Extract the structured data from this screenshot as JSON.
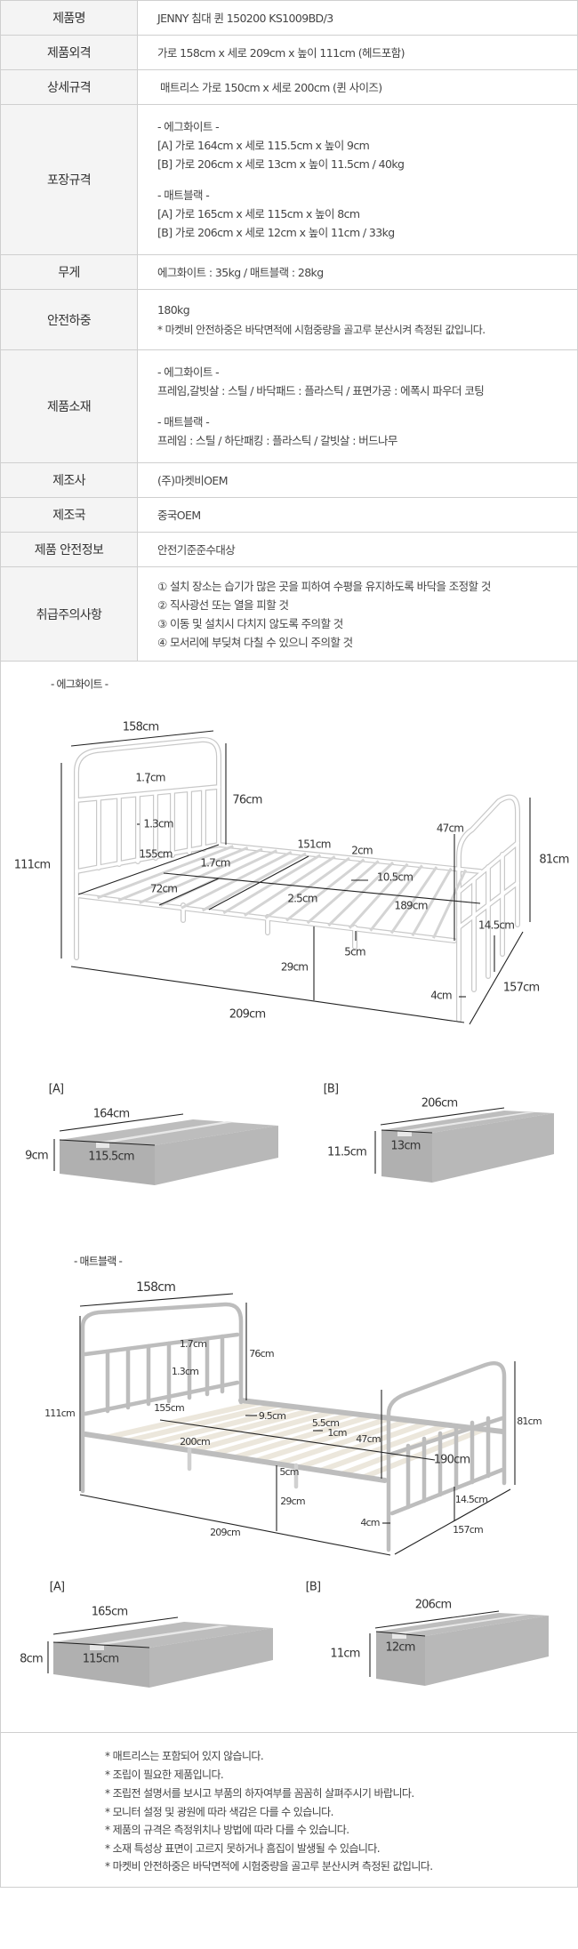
{
  "spec_table": {
    "rows": [
      {
        "label": "제품명",
        "lines": [
          "JENNY 침대 퀸 150200 KS1009BD/3"
        ]
      },
      {
        "label": "제품외격",
        "lines": [
          "가로 158cm x 세로 209cm x 높이 111cm (헤드포함)"
        ]
      },
      {
        "label": "상세규격",
        "lines": [
          "매트리스 가로 150cm x 세로 200cm (퀸 사이즈)"
        ]
      },
      {
        "label": "포장규격",
        "lines": [
          "- 에그화이트 -",
          "[A] 가로 164cm x 세로 115.5cm x 높이 9cm",
          "[B] 가로 206cm x 세로 13cm x 높이 11.5cm / 40kg",
          "- 매트블랙 -",
          "[A] 가로 165cm x 세로 115cm x 높이 8cm",
          "[B] 가로 206cm x 세로 12cm x 높이 11cm  / 33kg"
        ]
      },
      {
        "label": "무게",
        "lines": [
          "에그화이트 : 35kg / 매트블랙 : 28kg"
        ]
      },
      {
        "label": "안전하중",
        "lines": [
          "180kg",
          "* 마켓비 안전하중은 바닥면적에 시험중량을 골고루 분산시켜 측정된 값입니다."
        ]
      },
      {
        "label": "제품소재",
        "lines": [
          "- 에그화이트 -",
          "프레임,갈빗살 : 스틸 / 바닥패드 : 플라스틱 / 표면가공 : 에폭시 파우더 코팅",
          "- 매트블랙 -",
          "프레임 : 스틸 / 하단패킹 : 플라스틱 / 갈빗살 : 버드나무"
        ]
      },
      {
        "label": "제조사",
        "lines": [
          "(주)마켓비OEM"
        ]
      },
      {
        "label": "제조국",
        "lines": [
          "중국OEM"
        ]
      },
      {
        "label": "제품 안전정보",
        "lines": [
          "안전기준준수대상"
        ]
      },
      {
        "label": "취급주의사항",
        "lines": [
          "① 설치 장소는 습기가 많은 곳을 피하여 수평을 유지하도록 바닥을 조정할 것",
          "② 직사광선 또는 열을 피할 것",
          "③ 이동 및 설치시 다치지 않도록 주의할 것",
          "④ 모서리에 부딪쳐 다칠 수 있으니 주의할 것"
        ]
      }
    ]
  },
  "white_bed": {
    "title": "- 에그화이트 -",
    "dims": {
      "width": "158cm",
      "height": "111cm",
      "head_h": "76cm",
      "finial": "1.7cm",
      "bar": "1.3cm",
      "inner_w": "155cm",
      "slat_w": "1.7cm",
      "mid_w": "151cm",
      "slat_t": "2cm",
      "slat_gap": "10.5cm",
      "foot_h": "47cm",
      "foot_total": "81cm",
      "half_w": "72cm",
      "rail": "2.5cm",
      "inner_l": "189cm",
      "foot_leg": "14.5cm",
      "frame_h": "5cm",
      "clearance": "29cm",
      "leg": "4cm",
      "depth": "157cm",
      "length": "209cm"
    }
  },
  "white_boxes": {
    "a": {
      "label": "[A]",
      "w": "164cm",
      "d": "115.5cm",
      "h": "9cm"
    },
    "b": {
      "label": "[B]",
      "w": "206cm",
      "d": "13cm",
      "h": "11.5cm"
    }
  },
  "black_bed": {
    "title": "- 매트블랙 -",
    "dims": {
      "width": "158cm",
      "height": "111cm",
      "head_h": "76cm",
      "finial": "1.7cm",
      "bar": "1.3cm",
      "inner_w": "155cm",
      "slat_gap": "9.5cm",
      "slat_w": "5.5cm",
      "slat_t": "1cm",
      "foot_h": "47cm",
      "half": "200cm",
      "inner_l": "190cm",
      "foot_total": "81cm",
      "frame_h": "5cm",
      "clearance": "29cm",
      "foot_leg": "14.5cm",
      "leg": "4cm",
      "depth": "157cm",
      "length": "209cm"
    }
  },
  "black_boxes": {
    "a": {
      "label": "[A]",
      "w": "165cm",
      "d": "115cm",
      "h": "8cm"
    },
    "b": {
      "label": "[B]",
      "w": "206cm",
      "d": "12cm",
      "h": "11cm"
    }
  },
  "notes": [
    "* 매트리스는 포함되어 있지 않습니다.",
    "* 조립이 필요한 제품입니다.",
    "* 조립전 설명서를 보시고 부품의 하자여부를 꼼꼼히 살펴주시기 바랍니다.",
    "* 모니터 설정 및 광원에 따라 색감은 다를 수 있습니다.",
    "* 제품의 규격은 측정위치나 방법에 따라 다를 수 있습니다.",
    "* 소재 특성상 표면이 고르지 못하거나 흠집이 발생될 수 있습니다.",
    "* 마켓비 안전하중은 바닥면적에 시험중량을 골고루 분산시켜 측정된 값입니다."
  ],
  "colors": {
    "label_bg": "#f4f4f4",
    "border": "#cfcfcf",
    "box": "#b5b5b5"
  }
}
